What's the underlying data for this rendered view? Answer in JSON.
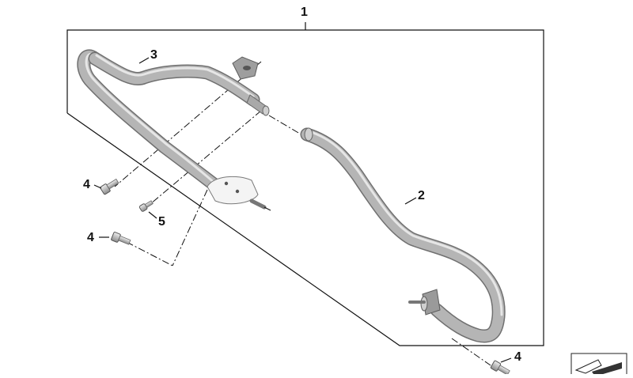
{
  "diagram": {
    "colors": {
      "line": "#111111",
      "tube_fill": "#b5b5b5",
      "tube_edge": "#707070",
      "tube_highlight": "#e6e6e6",
      "bracket_fill": "#f4f4f4"
    },
    "callouts": [
      {
        "id": "assembly",
        "label": "1"
      },
      {
        "id": "right-guard",
        "label": "2"
      },
      {
        "id": "left-guard",
        "label": "3"
      },
      {
        "id": "bolt-upper",
        "label": "4"
      },
      {
        "id": "bolt-lower",
        "label": "4"
      },
      {
        "id": "bolt-right",
        "label": "4"
      },
      {
        "id": "small-screw",
        "label": "5"
      }
    ],
    "icons": [
      "hex-bolt-icon",
      "screw-icon",
      "lettering-sheet-icon"
    ]
  }
}
